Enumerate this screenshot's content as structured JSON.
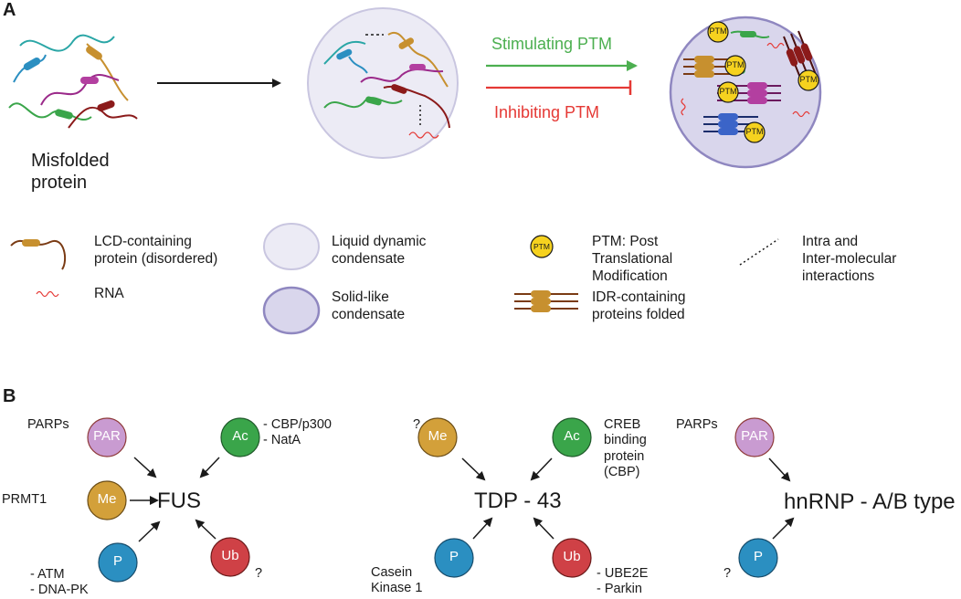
{
  "panels": {
    "a_label": "A",
    "b_label": "B"
  },
  "panel_a": {
    "misfolded_label": "Misfolded\nprotein",
    "stimulating_label": "Stimulating PTM",
    "inhibiting_label": "Inhibiting PTM",
    "ptm_badge": "PTM",
    "colors": {
      "stimulating": "#4caf50",
      "inhibiting": "#e53935",
      "liquid_condensate": "#ecebf5",
      "solid_condensate": "#d9d6ec",
      "ptm_yellow": "#f6d21f"
    }
  },
  "legend": {
    "lcd_protein": "LCD-containing\nprotein (disordered)",
    "rna": "RNA",
    "liquid": "Liquid dynamic\ncondensate",
    "solid": "Solid-like\ncondensate",
    "ptm_badge": "PTM",
    "ptm": "PTM: Post\nTranslational\nModification",
    "idr": "IDR-containing\nproteins folded",
    "interactions": "Intra and\nInter-molecular\ninteractions"
  },
  "panel_b": {
    "fus": {
      "center": "FUS",
      "par_badge": "PAR",
      "par_enzyme": "PARPs",
      "me_badge": "Me",
      "me_enzyme": "PRMT1",
      "ac_badge": "Ac",
      "ac_enzyme": "- CBP/p300\n- NatA",
      "p_badge": "P",
      "p_enzyme": "- ATM\n- DNA-PK",
      "ub_badge": "Ub",
      "ub_enzyme": "?"
    },
    "tdp": {
      "center": "TDP - 43",
      "me_badge": "Me",
      "me_enzyme": "?",
      "ac_badge": "Ac",
      "ac_enzyme": "CREB\nbinding\nprotein\n(CBP)",
      "p_badge": "P",
      "p_enzyme": "Casein\nKinase 1",
      "ub_badge": "Ub",
      "ub_enzyme": "- UBE2E\n- Parkin"
    },
    "hnrnp": {
      "center": "hnRNP - A/B type",
      "par_badge": "PAR",
      "par_enzyme": "PARPs",
      "p_badge": "P",
      "p_enzyme": "?"
    },
    "colors": {
      "par": "#c99bd1",
      "me": "#d3a03a",
      "ac": "#3aa54a",
      "p": "#2b8fc1",
      "ub": "#cf4146"
    }
  }
}
